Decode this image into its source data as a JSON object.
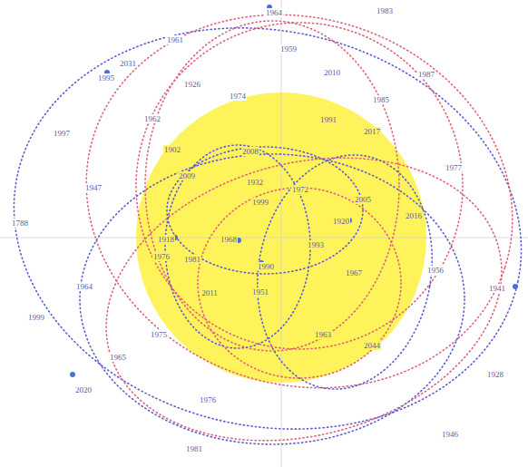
{
  "diagram": {
    "labels": [
      "1964",
      "1961",
      "1959",
      "1983",
      "2031",
      "1995",
      "1926",
      "1974",
      "2010",
      "1985",
      "1987",
      "1962",
      "1991",
      "2017",
      "1997",
      "1902",
      "2008",
      "2009",
      "1932",
      "1972",
      "1977",
      "1947",
      "1999",
      "2005",
      "2016",
      "1788",
      "1920",
      "1918",
      "1968",
      "1993",
      "1976",
      "1981",
      "1990",
      "1967",
      "1956",
      "1964",
      "2011",
      "1951",
      "1941",
      "1999",
      "1975",
      "1963",
      "2044",
      "1965",
      "1928",
      "2020",
      "1976",
      "1981",
      "1946"
    ]
  }
}
